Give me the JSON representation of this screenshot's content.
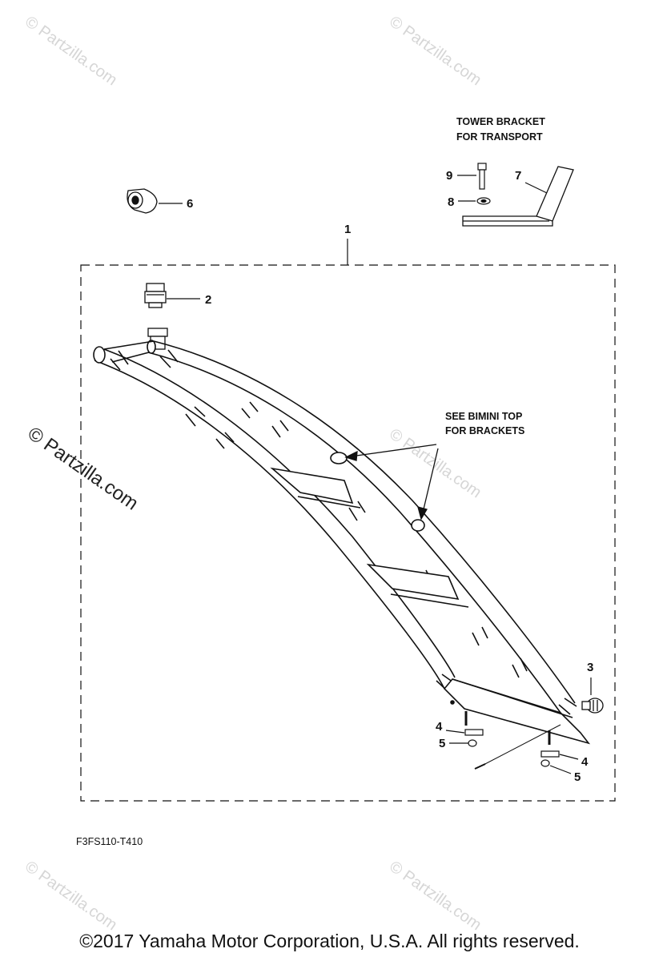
{
  "watermark": {
    "text": "© Partzilla.com"
  },
  "callouts": {
    "n1": "1",
    "n2": "2",
    "n3": "3",
    "n4a": "4",
    "n4b": "4",
    "n5a": "5",
    "n5b": "5",
    "n6": "6",
    "n7": "7",
    "n8": "8",
    "n9": "9"
  },
  "notes": {
    "tower_bracket_line1": "TOWER BRACKET",
    "tower_bracket_line2": "FOR TRANSPORT",
    "bimini_line1": "SEE BIMINI TOP",
    "bimini_line2": "FOR BRACKETS"
  },
  "diagram_code": "F3FS110-T410",
  "copyright": "©2017  Yamaha Motor Corporation, U.S.A. All rights reserved.",
  "colors": {
    "line": "#111111",
    "watermark_light": "#d6d6d6",
    "background": "#ffffff"
  }
}
